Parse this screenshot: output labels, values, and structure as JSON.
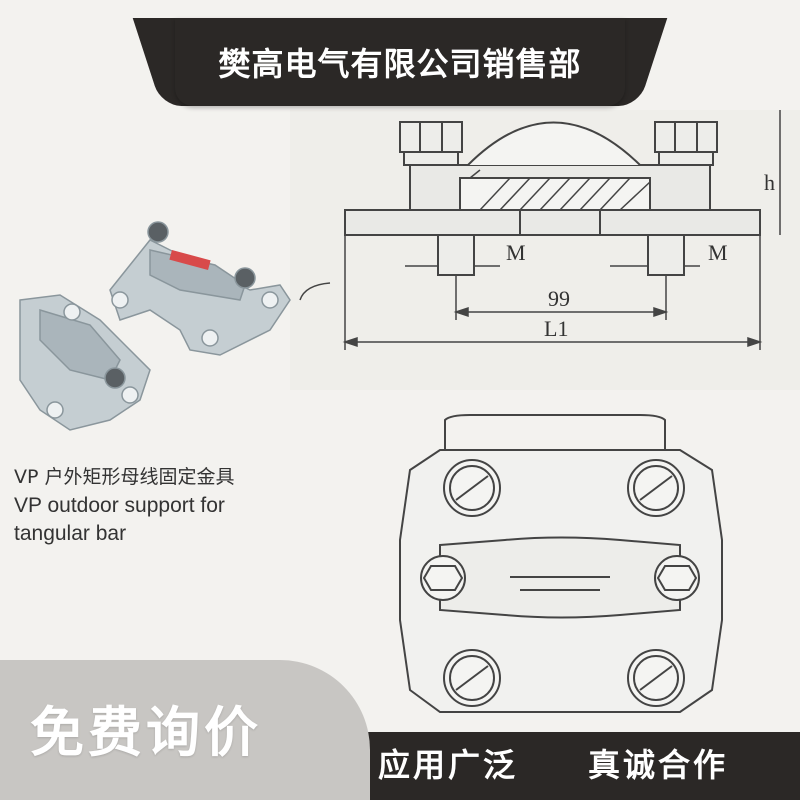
{
  "header": {
    "company_name": "樊高电气有限公司销售部"
  },
  "product": {
    "caption_cn": "VP 户外矩形母线固定金具",
    "caption_en_line1": "VP outdoor support for",
    "caption_en_line2": "tangular bar"
  },
  "drawing": {
    "label_m_left": "M",
    "label_m_right": "M",
    "label_h": "h",
    "dim_99": "99",
    "dim_l1": "L1"
  },
  "footer": {
    "free_quote": "免费询价",
    "slogan_1": "应用广泛",
    "slogan_2": "真诚合作"
  },
  "colors": {
    "dark_banner": "#2b2826",
    "background": "#f3f2ef",
    "metal": "#b9c3c8"
  }
}
